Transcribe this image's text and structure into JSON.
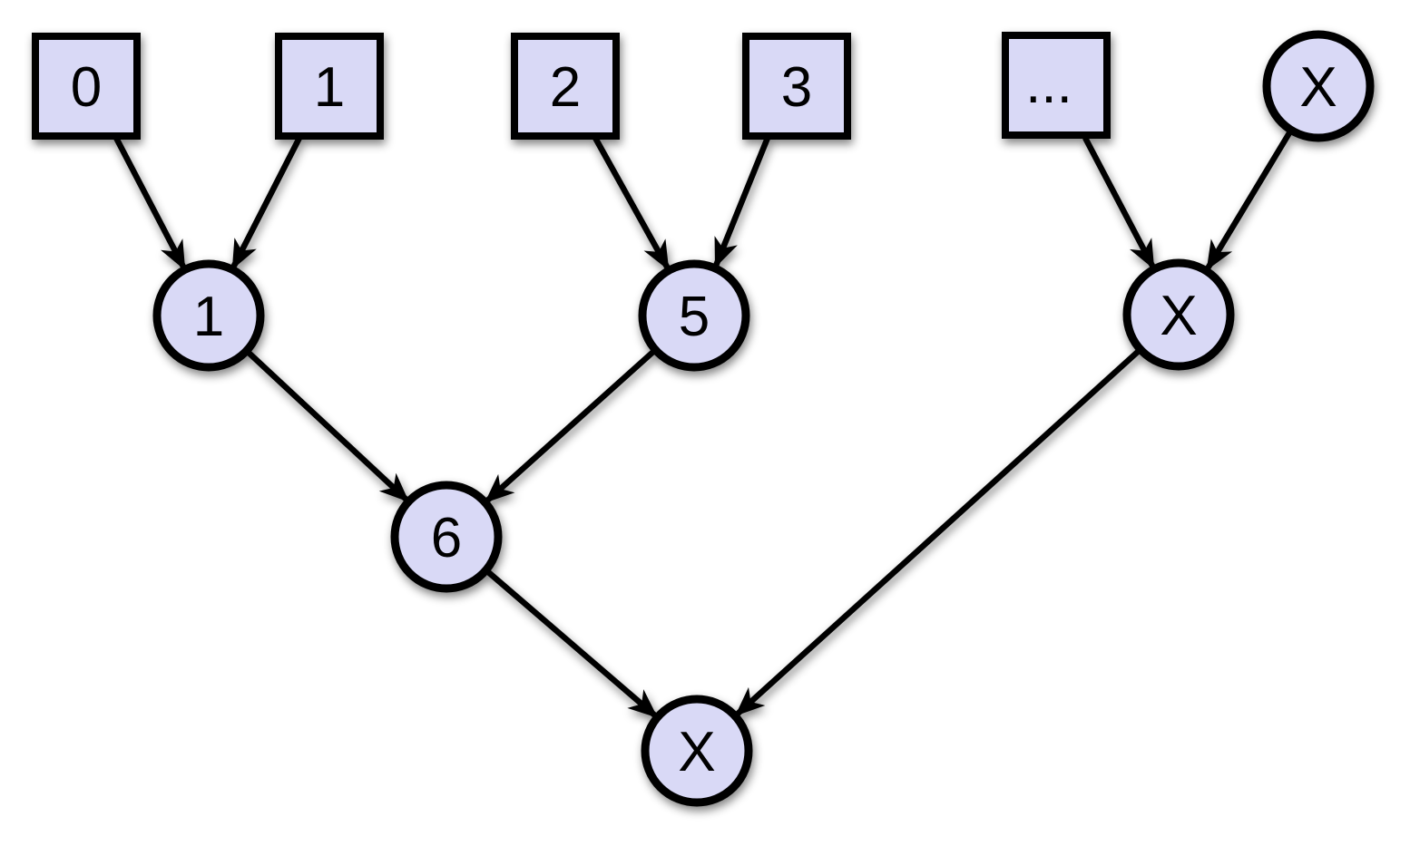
{
  "diagram": {
    "description": "Binary reduction (sum) tree: leaf values are combined pairwise into partial sums, converging to a single total",
    "background_color": "#ffffff",
    "node_fill_color": "#d9d9f6",
    "node_stroke_color": "#000000",
    "edge_color": "#000000",
    "nodes": {
      "leaf0": {
        "label": "0",
        "shape": "square"
      },
      "leaf1": {
        "label": "1",
        "shape": "square"
      },
      "leaf2": {
        "label": "2",
        "shape": "square"
      },
      "leaf3": {
        "label": "3",
        "shape": "square"
      },
      "leafMore": {
        "label": "...",
        "shape": "square"
      },
      "leafX": {
        "label": "X",
        "shape": "circle"
      },
      "sum01": {
        "label": "1",
        "shape": "circle"
      },
      "sum23": {
        "label": "5",
        "shape": "circle"
      },
      "sumRest": {
        "label": "X",
        "shape": "circle"
      },
      "sum0123": {
        "label": "6",
        "shape": "circle"
      },
      "total": {
        "label": "X",
        "shape": "circle"
      }
    },
    "edges": [
      {
        "from": "leaf0",
        "to": "sum01"
      },
      {
        "from": "leaf1",
        "to": "sum01"
      },
      {
        "from": "leaf2",
        "to": "sum23"
      },
      {
        "from": "leaf3",
        "to": "sum23"
      },
      {
        "from": "leafMore",
        "to": "sumRest"
      },
      {
        "from": "leafX",
        "to": "sumRest"
      },
      {
        "from": "sum01",
        "to": "sum0123"
      },
      {
        "from": "sum23",
        "to": "sum0123"
      },
      {
        "from": "sum0123",
        "to": "total"
      },
      {
        "from": "sumRest",
        "to": "total"
      }
    ]
  }
}
